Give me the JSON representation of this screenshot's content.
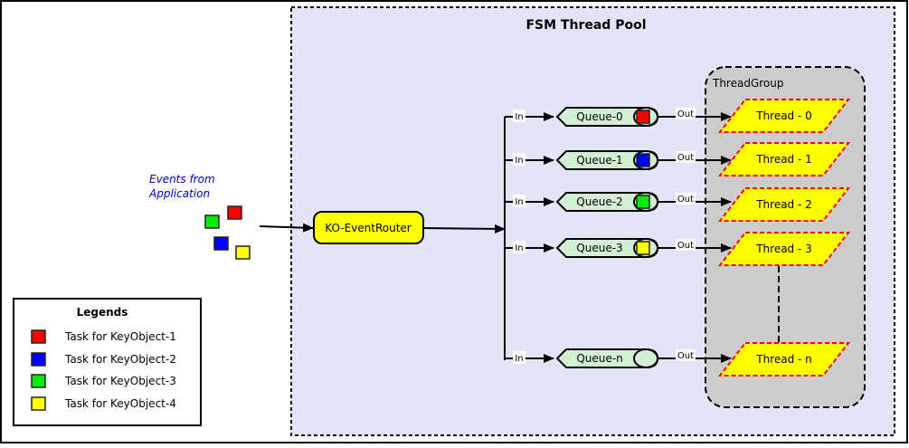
{
  "pool": {
    "title": "FSM Thread Pool",
    "background": "#e4e4f8"
  },
  "source": {
    "label_line1": "Events from",
    "label_line2": "Application",
    "label_color": "#0000cc"
  },
  "router": {
    "label": "KO-EventRouter",
    "fill": "#ffff00"
  },
  "queues": [
    {
      "label": "Queue-0",
      "in_label": "In",
      "out_label": "Out",
      "task_color": "#ff0000"
    },
    {
      "label": "Queue-1",
      "in_label": "In",
      "out_label": "Out",
      "task_color": "#0000ff"
    },
    {
      "label": "Queue-2",
      "in_label": "In",
      "out_label": "Out",
      "task_color": "#00ee00"
    },
    {
      "label": "Queue-3",
      "in_label": "In",
      "out_label": "Out",
      "task_color": "#ffff00"
    },
    {
      "label": "Queue-n",
      "in_label": "In",
      "out_label": "Out",
      "task_color": null
    }
  ],
  "thread_group": {
    "label": "ThreadGroup",
    "threads": [
      {
        "label": "Thread - 0"
      },
      {
        "label": "Thread - 1"
      },
      {
        "label": "Thread - 2"
      },
      {
        "label": "Thread - 3"
      },
      {
        "label": "Thread - n"
      }
    ]
  },
  "legend": {
    "title": "Legends",
    "items": [
      {
        "label": "Task for KeyObject-1",
        "color": "#ff0000"
      },
      {
        "label": "Task for KeyObject-2",
        "color": "#0000ff"
      },
      {
        "label": "Task for KeyObject-3",
        "color": "#00ee00"
      },
      {
        "label": "Task for KeyObject-4",
        "color": "#ffff00"
      }
    ]
  },
  "colors": {
    "queue_fill": "#d4f0d4",
    "thread_fill": "#ffff00",
    "thread_border": "#ff0000",
    "group_fill": "#cccccc"
  }
}
